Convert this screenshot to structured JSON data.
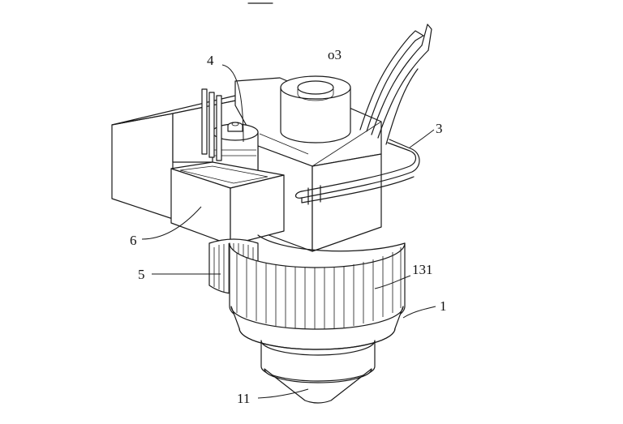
{
  "labels": {
    "nozzle_top": "o3",
    "part_4": "4",
    "part_3": "3",
    "part_6": "6",
    "part_5": "5",
    "part_131": "131",
    "part_1": "1",
    "part_11": "11"
  },
  "colors": {
    "line": "#1a1a1a",
    "background": "#ffffff"
  }
}
